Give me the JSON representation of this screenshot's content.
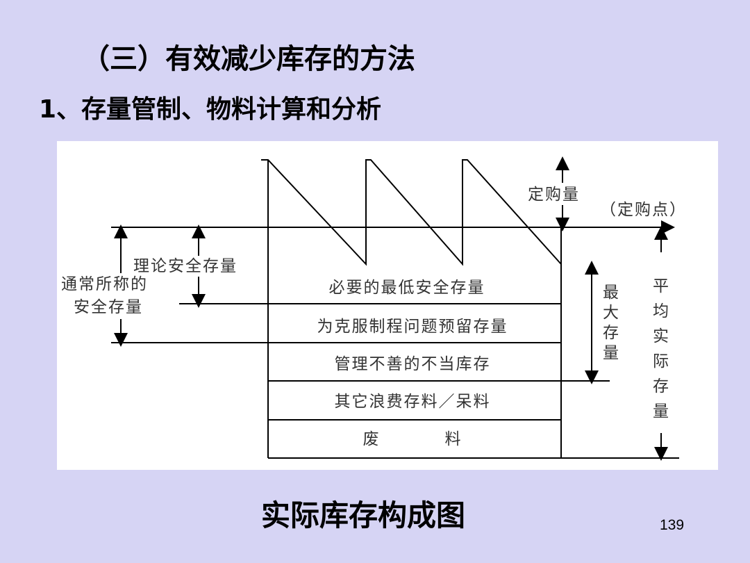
{
  "title": "（三）有效减少库存的方法",
  "subtitle": "1、存量管制、物料计算和分析",
  "caption": "实际库存构成图",
  "page_number": "139",
  "diagram": {
    "order_quantity": "定购量",
    "order_point": "（定购点）",
    "common_safety_stock_line1": "通常所称的",
    "common_safety_stock_line2": "安全存量",
    "theoretical_safety_stock": "理论安全存量",
    "max_stock": [
      "最",
      "大",
      "存",
      "量"
    ],
    "avg_actual_stock": [
      "平",
      "均",
      "实",
      "际",
      "存",
      "量"
    ],
    "layers": [
      "必要的最低安全存量",
      "为克服制程问题预留存量",
      "管理不善的不当库存",
      "其它浪费存料／呆料",
      "废          料"
    ]
  }
}
